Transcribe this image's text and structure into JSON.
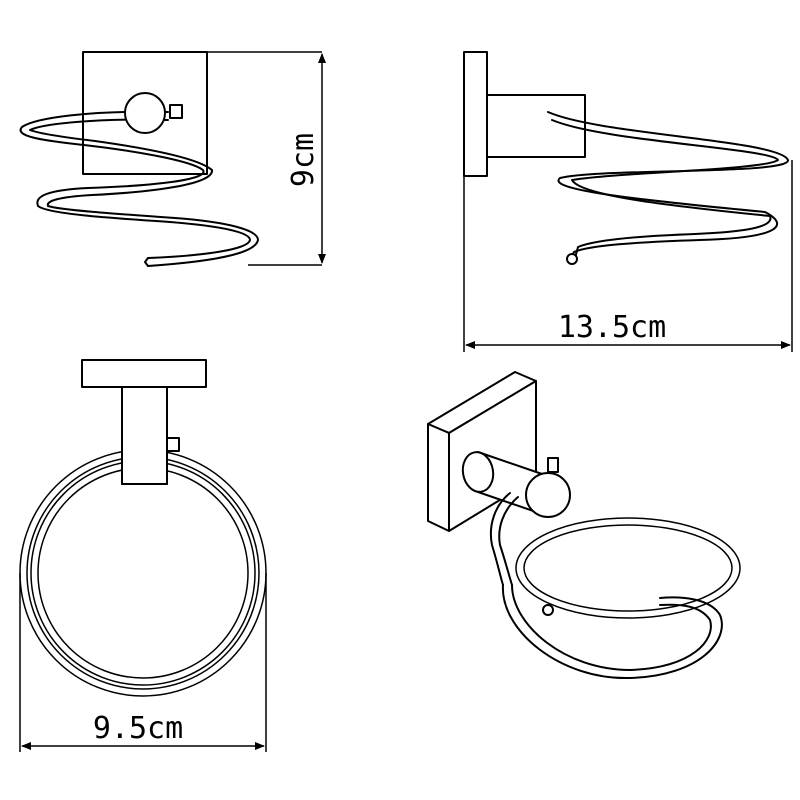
{
  "dimensions": {
    "height_label": "9cm",
    "width_label": "13.5cm",
    "diameter_label": "9.5cm"
  },
  "colors": {
    "line": "#000000",
    "background": "#ffffff"
  }
}
